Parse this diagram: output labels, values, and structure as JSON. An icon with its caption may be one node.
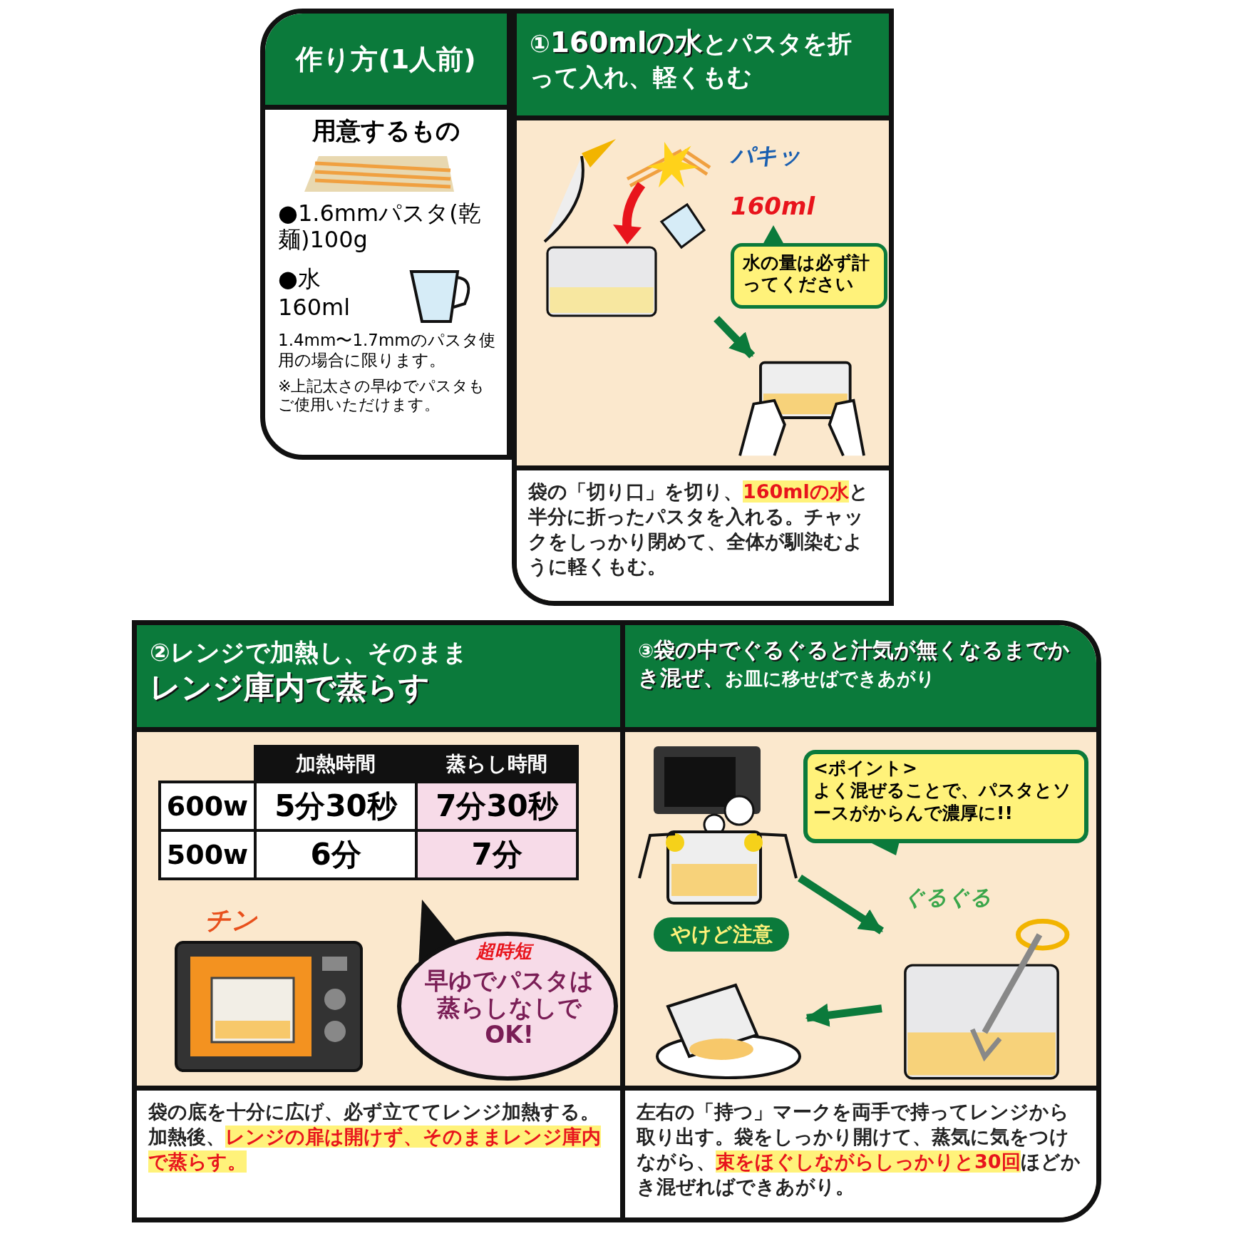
{
  "diagram": {
    "nodes": [
      {
        "text": [
          "作り方(1人前)",
          "用意するもの",
          "●1.6mmパスタ(乾麺)100g",
          "●水160ml",
          "1.4mm〜1.7mmのパスタ使用の場合に限ります。",
          "※上記太さの早ゆでパスタもご使用いただけます。"
        ]
      },
      {
        "text": [
          "①**160mlの水**とパスタを折って入れ、軽くもむ",
          "袋の「切り口」を切り、**160mlの水**と半分に折ったパスタを入れる。チャックをしっかり閉めて、全体が馴染むように軽くもむ。"
        ]
      },
      {
        "text": [
          "水の量は必ず計ってください"
        ],
        "in": 1
      },
      {
        "text": [],
        "shape": "picture",
        "beside": [
          "パキッ",
          "160ml"
        ],
        "in": 1
      },
      {
        "text": [],
        "shape": "picture",
        "in": 1
      },
      {
        "text": [
          "②レンジで加熱し、そのまま**レンジ庫内で蒸らす**",
          "袋の底を十分に広げ、必ず立ててレンジ加熱する。加熱後、**レンジの扉は開けず、そのままレンジ庫内で蒸らす。**"
        ]
      },
      {
        "text": [],
        "shape": "picture",
        "beside": [
          "チン"
        ],
        "in": 5
      },
      {
        "text": [
          "超時短",
          "早ゆでパスタは蒸らしなしでOK!"
        ],
        "in": 5
      },
      {
        "text": [
          "③**袋の中でぐるぐると汁気が無くなるまでかき混ぜ、**お皿に移せばできあがり",
          "左右の「持つ」マークを両手で持ってレンジから取り出す。袋をしっかり開けて、蒸気に気をつけながら、**束をほぐしながらしっかりと30回**ほどかき混ぜればできあがり。"
        ]
      },
      {
        "text": [],
        "shape": "picture",
        "in": 8
      },
      {
        "text": [
          "やけど注意"
        ],
        "in": 8
      },
      {
        "text": [
          "<ポイント>",
          "よく混ぜることで、パスタとソースがからんで濃厚に!!"
        ],
        "in": 8
      },
      {
        "text": [],
        "shape": "picture",
        "beside": [
          "ぐるぐる"
        ],
        "in": 8
      },
      {
        "text": [],
        "shape": "picture",
        "in": 8
      }
    ],
    "edges": [
      {
        "from": 3,
        "to": 4,
        "arrow": "to"
      },
      {
        "from": 9,
        "to": 12,
        "arrow": "to"
      },
      {
        "from": 12,
        "to": 13,
        "arrow": "to"
      }
    ],
    "labels": [
      "加熱時間",
      "蒸らし時間",
      "600w",
      "5分30秒",
      "7分30秒",
      "500w",
      "6分",
      "7分"
    ]
  }
}
